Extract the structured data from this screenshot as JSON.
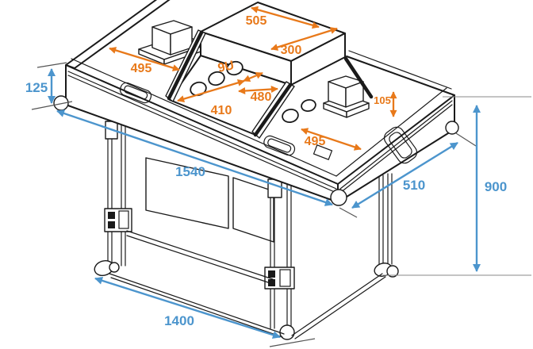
{
  "drawing": {
    "subject": "isometric technical line drawing of a console flight case on a folding stand",
    "background_color": "#FFFFFF",
    "palette": {
      "interior_dimension_color": "#E8791A",
      "exterior_dimension_color": "#4C95CD",
      "line_art_color": "#1A1A1A",
      "ground_line_color": "#888888"
    },
    "interior_dimensions": {
      "top_surface_width": {
        "label": "505"
      },
      "left_tray_width": {
        "label": "495"
      },
      "top_surface_depth": {
        "label": "300"
      },
      "rack_units": {
        "label": "9U"
      },
      "bay_width": {
        "label": "480"
      },
      "bay_slope_length": {
        "label": "410"
      },
      "tray_depth_height": {
        "label": "105"
      },
      "right_tray_width": {
        "label": "495"
      }
    },
    "exterior_dimensions": {
      "case_height": {
        "label": "125"
      },
      "overall_width": {
        "label": "1540"
      },
      "overall_depth": {
        "label": "510"
      },
      "overall_height": {
        "label": "900"
      },
      "stand_width": {
        "label": "1400"
      }
    }
  }
}
